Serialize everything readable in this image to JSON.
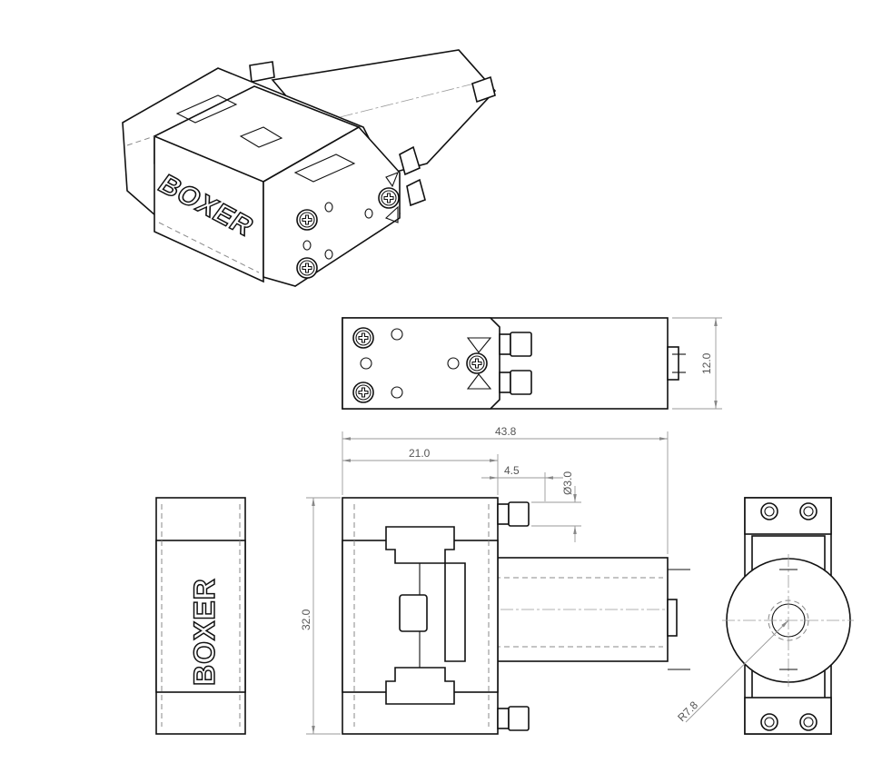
{
  "drawing": {
    "logo_text": "BOXER",
    "dimensions": {
      "overall_length": "43.8",
      "head_length": "21.0",
      "nozzle_length": "4.5",
      "nozzle_diameter": "Ø3.0",
      "height": "12.0",
      "width": "32.0",
      "motor_radius": "R7.8"
    },
    "colors": {
      "line": "#111111",
      "dimension": "#999999"
    }
  }
}
